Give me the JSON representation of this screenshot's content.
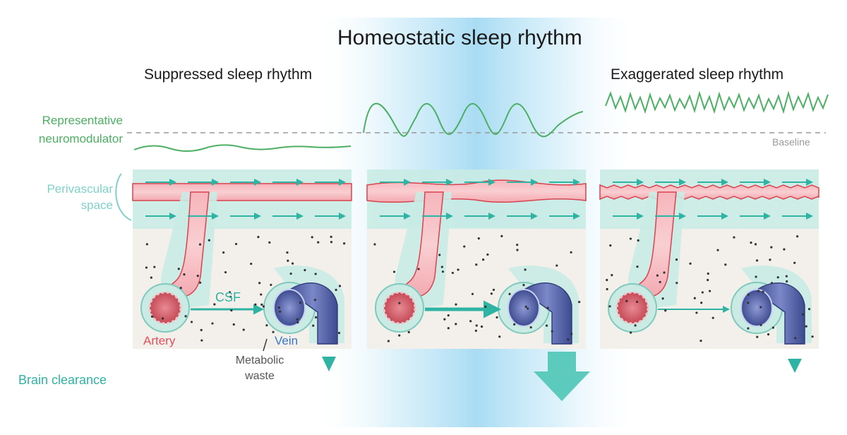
{
  "title": "Homeostatic sleep rhythm",
  "panels": {
    "left": "Suppressed sleep rhythm",
    "right": "Exaggerated sleep rhythm"
  },
  "labels": {
    "neuromodulator_line1": "Representative",
    "neuromodulator_line2": "neuromodulator",
    "baseline": "Baseline",
    "perivascular_line1": "Perivascular",
    "perivascular_line2": "space",
    "brain_clearance": "Brain clearance",
    "artery": "Artery",
    "vein": "Vein",
    "csf": "CSF",
    "waste_line1": "Metabolic",
    "waste_line2": "waste"
  },
  "colors": {
    "neuromodulator_green": "#4caf63",
    "perivascular_teal": "#a8dcd3",
    "artery_red": "#e0525d",
    "vein_blue": "#4f5fa6",
    "csf_teal": "#2fb3a3",
    "glow_blue": "#bfe6f7"
  }
}
